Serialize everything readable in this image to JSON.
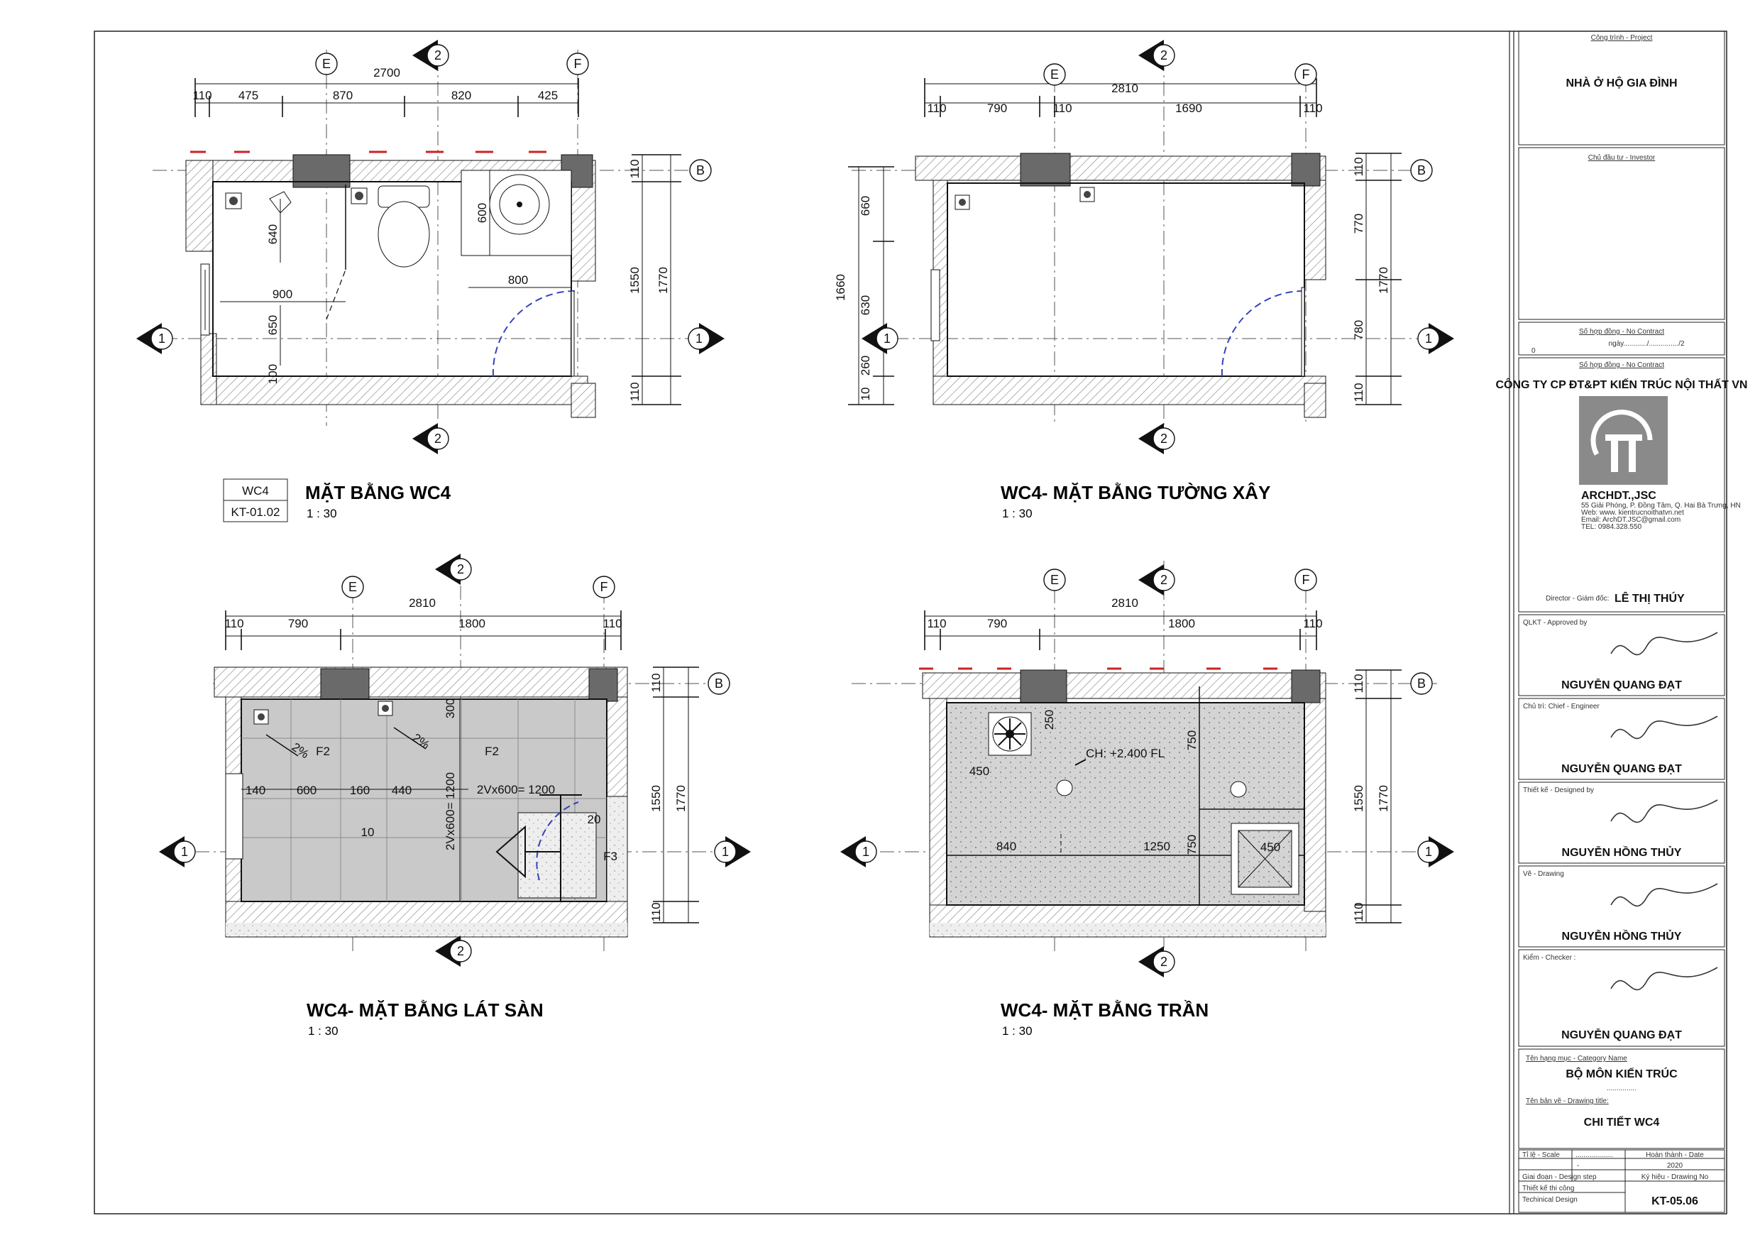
{
  "views": {
    "plan": {
      "title": "MẶT BẰNG WC4",
      "scale": "1 : 30",
      "tag_top": "WC4",
      "tag_bottom": "KT-01.02",
      "top_total": "2700",
      "top_dims": [
        "110",
        "475",
        "870",
        "820",
        "425"
      ],
      "right_dims": [
        "110",
        "1550",
        "1770",
        "110"
      ],
      "inner_dims": [
        "640",
        "900",
        "650",
        "100",
        "600",
        "800"
      ],
      "grid": [
        "E",
        "F",
        "B",
        "1",
        "2"
      ]
    },
    "walls": {
      "title": "WC4- MẶT BẰNG TƯỜNG XÂY",
      "scale": "1 : 30",
      "top_total": "2810",
      "top_dims": [
        "110",
        "790",
        "110",
        "1690",
        "110"
      ],
      "left_dims": [
        "660",
        "1660",
        "630",
        "10",
        "260"
      ],
      "right_dims": [
        "110",
        "770",
        "1770",
        "780",
        "110"
      ],
      "grid": [
        "E",
        "F",
        "B",
        "1",
        "2"
      ]
    },
    "floor": {
      "title": "WC4- MẶT BẰNG LÁT SÀN",
      "scale": "1 : 30",
      "top_total": "2810",
      "top_dims": [
        "110",
        "790",
        "1800",
        "110"
      ],
      "right_dims": [
        "110",
        "1550",
        "1770",
        "110"
      ],
      "inner_dims": [
        "300",
        "140",
        "600",
        "160",
        "440",
        "2Vx600= 1200",
        "2Vx600= 1200",
        "10",
        "20"
      ],
      "slopes": [
        "2%",
        "2%"
      ],
      "tiles": [
        "F2",
        "F2",
        "F3"
      ],
      "grid": [
        "E",
        "F",
        "B",
        "1",
        "2"
      ]
    },
    "ceiling": {
      "title": "WC4- MẶT BẰNG TRẦN",
      "scale": "1 : 30",
      "top_total": "2810",
      "top_dims": [
        "110",
        "790",
        "1800",
        "110"
      ],
      "right_dims": [
        "110",
        "1550",
        "1770",
        "110"
      ],
      "inner_dims": [
        "250",
        "750",
        "450",
        "840",
        "1250",
        "750",
        "450"
      ],
      "ceiling_height": "CH: +2.400 FL",
      "grid": [
        "E",
        "F",
        "B",
        "1",
        "2"
      ]
    }
  },
  "title_block": {
    "project_label": "Công trình - Project",
    "project": "NHÀ Ở HỘ GIA ĐÌNH",
    "investor_label": "Chủ đầu tư - Investor",
    "contract_label": "Số hợp đồng - No Contract",
    "contract_date": "ngày............/.............../2",
    "contract_no": "0",
    "contract_label2": "Số hợp đồng - No Contract",
    "company": "CÔNG TY CP ĐT&PT KIẾN TRÚC NỘI THẤT VN",
    "brand": "ARCHDT.,JSC",
    "address": "55 Giải Phóng, P. Đồng Tâm, Q. Hai Bà Trưng, HN",
    "web": "Web: www. kientrucnoithatvn.net",
    "email": "Email: ArchDT.JSC@gmail.com",
    "tel": "TEL: 0984.328.550",
    "director_label": "Director - Giám đốc:",
    "director": "LÊ THỊ THÚY",
    "signers": [
      {
        "role": "QLKT - Approved by",
        "name": "NGUYỄN QUANG ĐẠT"
      },
      {
        "role": "Chủ trì: Chief - Engineer",
        "name": "NGUYỄN QUANG ĐẠT"
      },
      {
        "role": "Thiết kế - Designed by",
        "name": "NGUYỄN HỒNG THỦY"
      },
      {
        "role": "Vẽ - Drawing",
        "name": "NGUYỄN HỒNG THỦY"
      },
      {
        "role": "Kiểm - Checker :",
        "name": "NGUYỄN QUANG ĐẠT"
      }
    ],
    "category_label": "Tên hạng mục - Category Name",
    "category": "BỘ MÔN KIẾN TRÚC",
    "category_dots": "...............",
    "drawing_title_label": "Tên bản vẽ - Drawing title:",
    "drawing_title": "CHI TIẾT WC4",
    "scale_label": "Tỉ lệ - Scale",
    "scale_value": "...................",
    "date_label": "Hoàn thành - Date",
    "date_value": "2020",
    "step_label": "Giai đoạn - Design step",
    "drawing_no_label": "Ký hiệu - Drawing No",
    "step_value": "Thiết kế thi công",
    "step_value_en": "Techinical Design",
    "drawing_no": "KT-05.06",
    "dash": "-"
  },
  "colors": {
    "line": "#111111",
    "hatch": "#777777",
    "column": "#6a6a6a",
    "floor_fill": "#c9c9c9",
    "ceiling_fill": "#d2d2d2",
    "red_mark": "#cc2222",
    "door_arc": "#3344bb"
  }
}
